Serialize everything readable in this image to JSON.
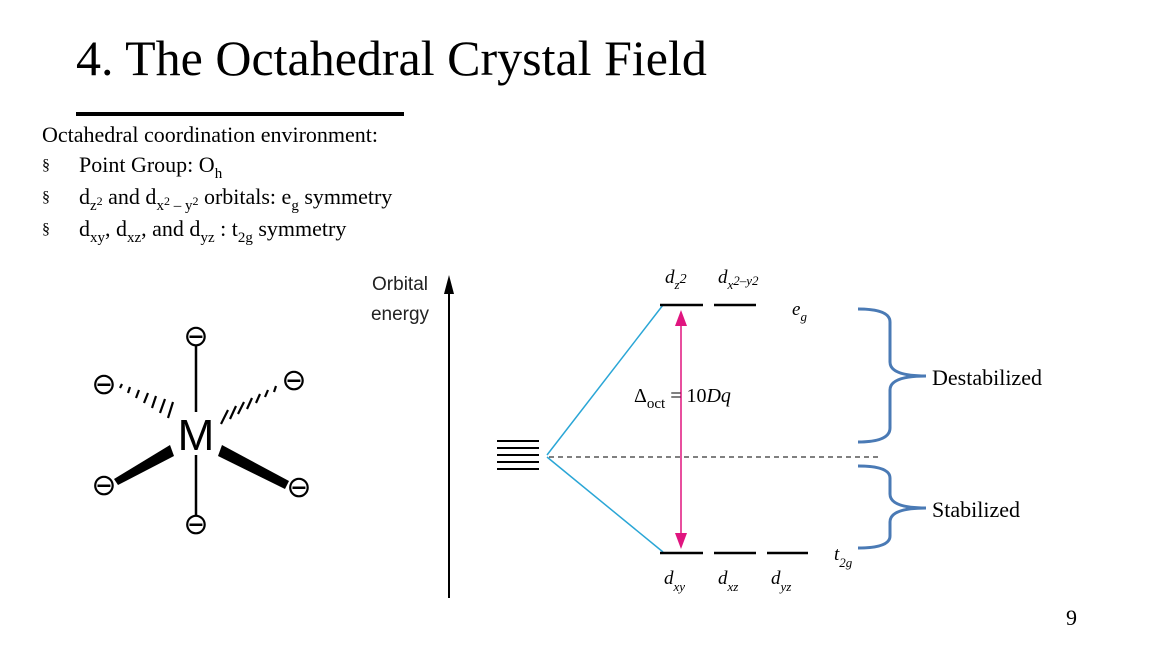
{
  "slide": {
    "title": "4. The Octahedral Crystal Field",
    "intro": "Octahedral coordination environment:",
    "bullet_marker": "§",
    "bullets": {
      "point_group": {
        "text": "Point Group: O",
        "sub": "h"
      },
      "eg": {
        "d1": "d",
        "d1_sub": "z",
        "d1_sup": "2",
        "and": " and d",
        "d2_sub": "x",
        "d2_sup1": "2",
        "d2_mid": " – y",
        "d2_sup2": "2",
        "rest": " orbitals: e",
        "rest_sub": "g",
        "tail": " symmetry"
      },
      "t2g": {
        "a": "d",
        "a_sub": "xy",
        "b": ", d",
        "b_sub": "xz",
        "c": ", and d",
        "c_sub": "yz",
        "d": " : t",
        "d_sub": "2g",
        "tail": " symmetry"
      }
    },
    "page_number": "9"
  },
  "octahedron": {
    "metal": "M",
    "ligand_symbol": "⊖"
  },
  "energy_diagram": {
    "axis_label_line1": "Orbital",
    "axis_label_line2": "energy",
    "eg_label": "e",
    "eg_sub": "g",
    "t2g_label": "t",
    "t2g_sub": "2g",
    "upper_orbitals": [
      {
        "d": "d",
        "sub": "z",
        "sup": "2"
      },
      {
        "d": "d",
        "sub": "x",
        "sup": "2–y2"
      }
    ],
    "lower_orbitals": [
      {
        "d": "d",
        "sub": "xy"
      },
      {
        "d": "d",
        "sub": "xz"
      },
      {
        "d": "d",
        "sub": "yz"
      }
    ],
    "splitting_delta": "Δ",
    "splitting_sub": "oct",
    "splitting_value": " = 10",
    "splitting_unit": "Dq",
    "destabilized": "Destabilized",
    "stabilized": "Stabilized",
    "colors": {
      "split_lines": "#2aa6d6",
      "arrow": "#e0157f",
      "brace": "#4a7ab5"
    }
  }
}
